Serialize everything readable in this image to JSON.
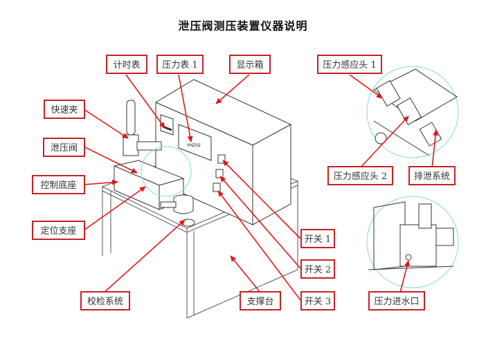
{
  "title": "泄压阀测压装置仪器说明",
  "colors": {
    "callout_border": "#c62222",
    "leader_line": "#e01818",
    "detail_circle": "#7fdcd8",
    "outline": "#333333"
  },
  "labels": {
    "timer": "计时表",
    "pressure_gauge_1": "压力表 1",
    "display_box": "显示箱",
    "pressure_sensor_1": "压力感应头 1",
    "quick_clamp": "快速夹",
    "relief_valve": "泄压阀",
    "control_base": "控制底座",
    "pressure_sensor_2": "压力感应头 2",
    "drain_system": "排泄系统",
    "positioning_support": "定位支座",
    "switch_1": "开关 1",
    "switch_2": "开关 2",
    "switch_3": "开关 3",
    "calibration_system": "校检系统",
    "support_table": "支撑台",
    "pressure_water_inlet": "压力进水口"
  }
}
